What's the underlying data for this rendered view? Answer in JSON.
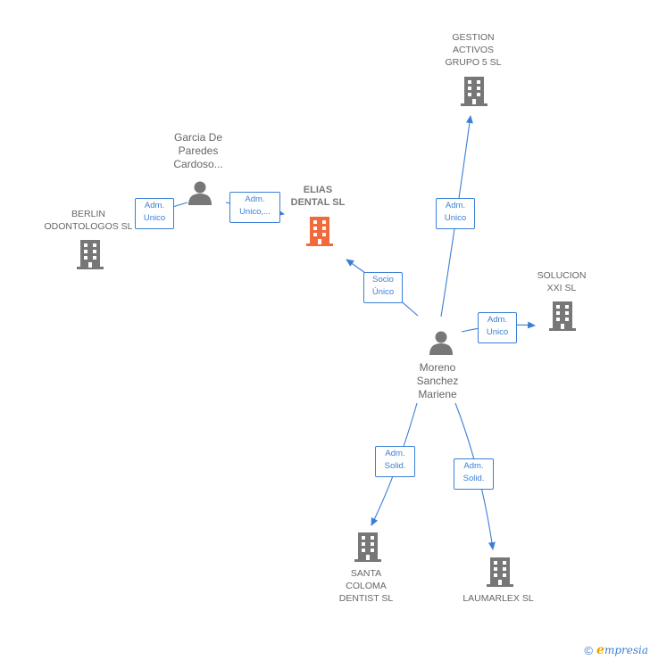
{
  "nodes": {
    "gestion": {
      "label": "GESTION\nACTIVOS\nGRUPO 5  SL",
      "icon": "building-icon"
    },
    "garcia": {
      "label": "Garcia De\nParedes\nCardoso...",
      "icon": "person-icon"
    },
    "elias": {
      "label": "ELIAS\nDENTAL  SL",
      "icon": "building-icon",
      "color": "#f26a3b"
    },
    "berlin": {
      "label": "BERLIN\nODONTOLOGOS SL",
      "icon": "building-icon"
    },
    "solucion": {
      "label": "SOLUCION\nXXI SL",
      "icon": "building-icon"
    },
    "moreno": {
      "label": "Moreno\nSanchez\nMariene",
      "icon": "person-icon"
    },
    "santa": {
      "label": "SANTA\nCOLOMA\nDENTIST SL",
      "icon": "building-icon"
    },
    "laumarlex": {
      "label": "LAUMARLEX SL",
      "icon": "building-icon"
    }
  },
  "edges": {
    "garcia_berlin": "Adm.\nUnico",
    "garcia_elias": "Adm.\nUnico,...",
    "moreno_gestion": "Adm.\nUnico",
    "moreno_elias": "Socio\nÚnico",
    "moreno_solucion": "Adm.\nUnico",
    "moreno_santa": "Adm.\nSolid.",
    "moreno_laumarlex": "Adm.\nSolid."
  },
  "colors": {
    "edge": "#3a7fd5",
    "icon": "#777777",
    "focus": "#f26a3b"
  },
  "footer": {
    "copyright": "©",
    "brand_e": "e",
    "brand_rest": "mpresia"
  }
}
